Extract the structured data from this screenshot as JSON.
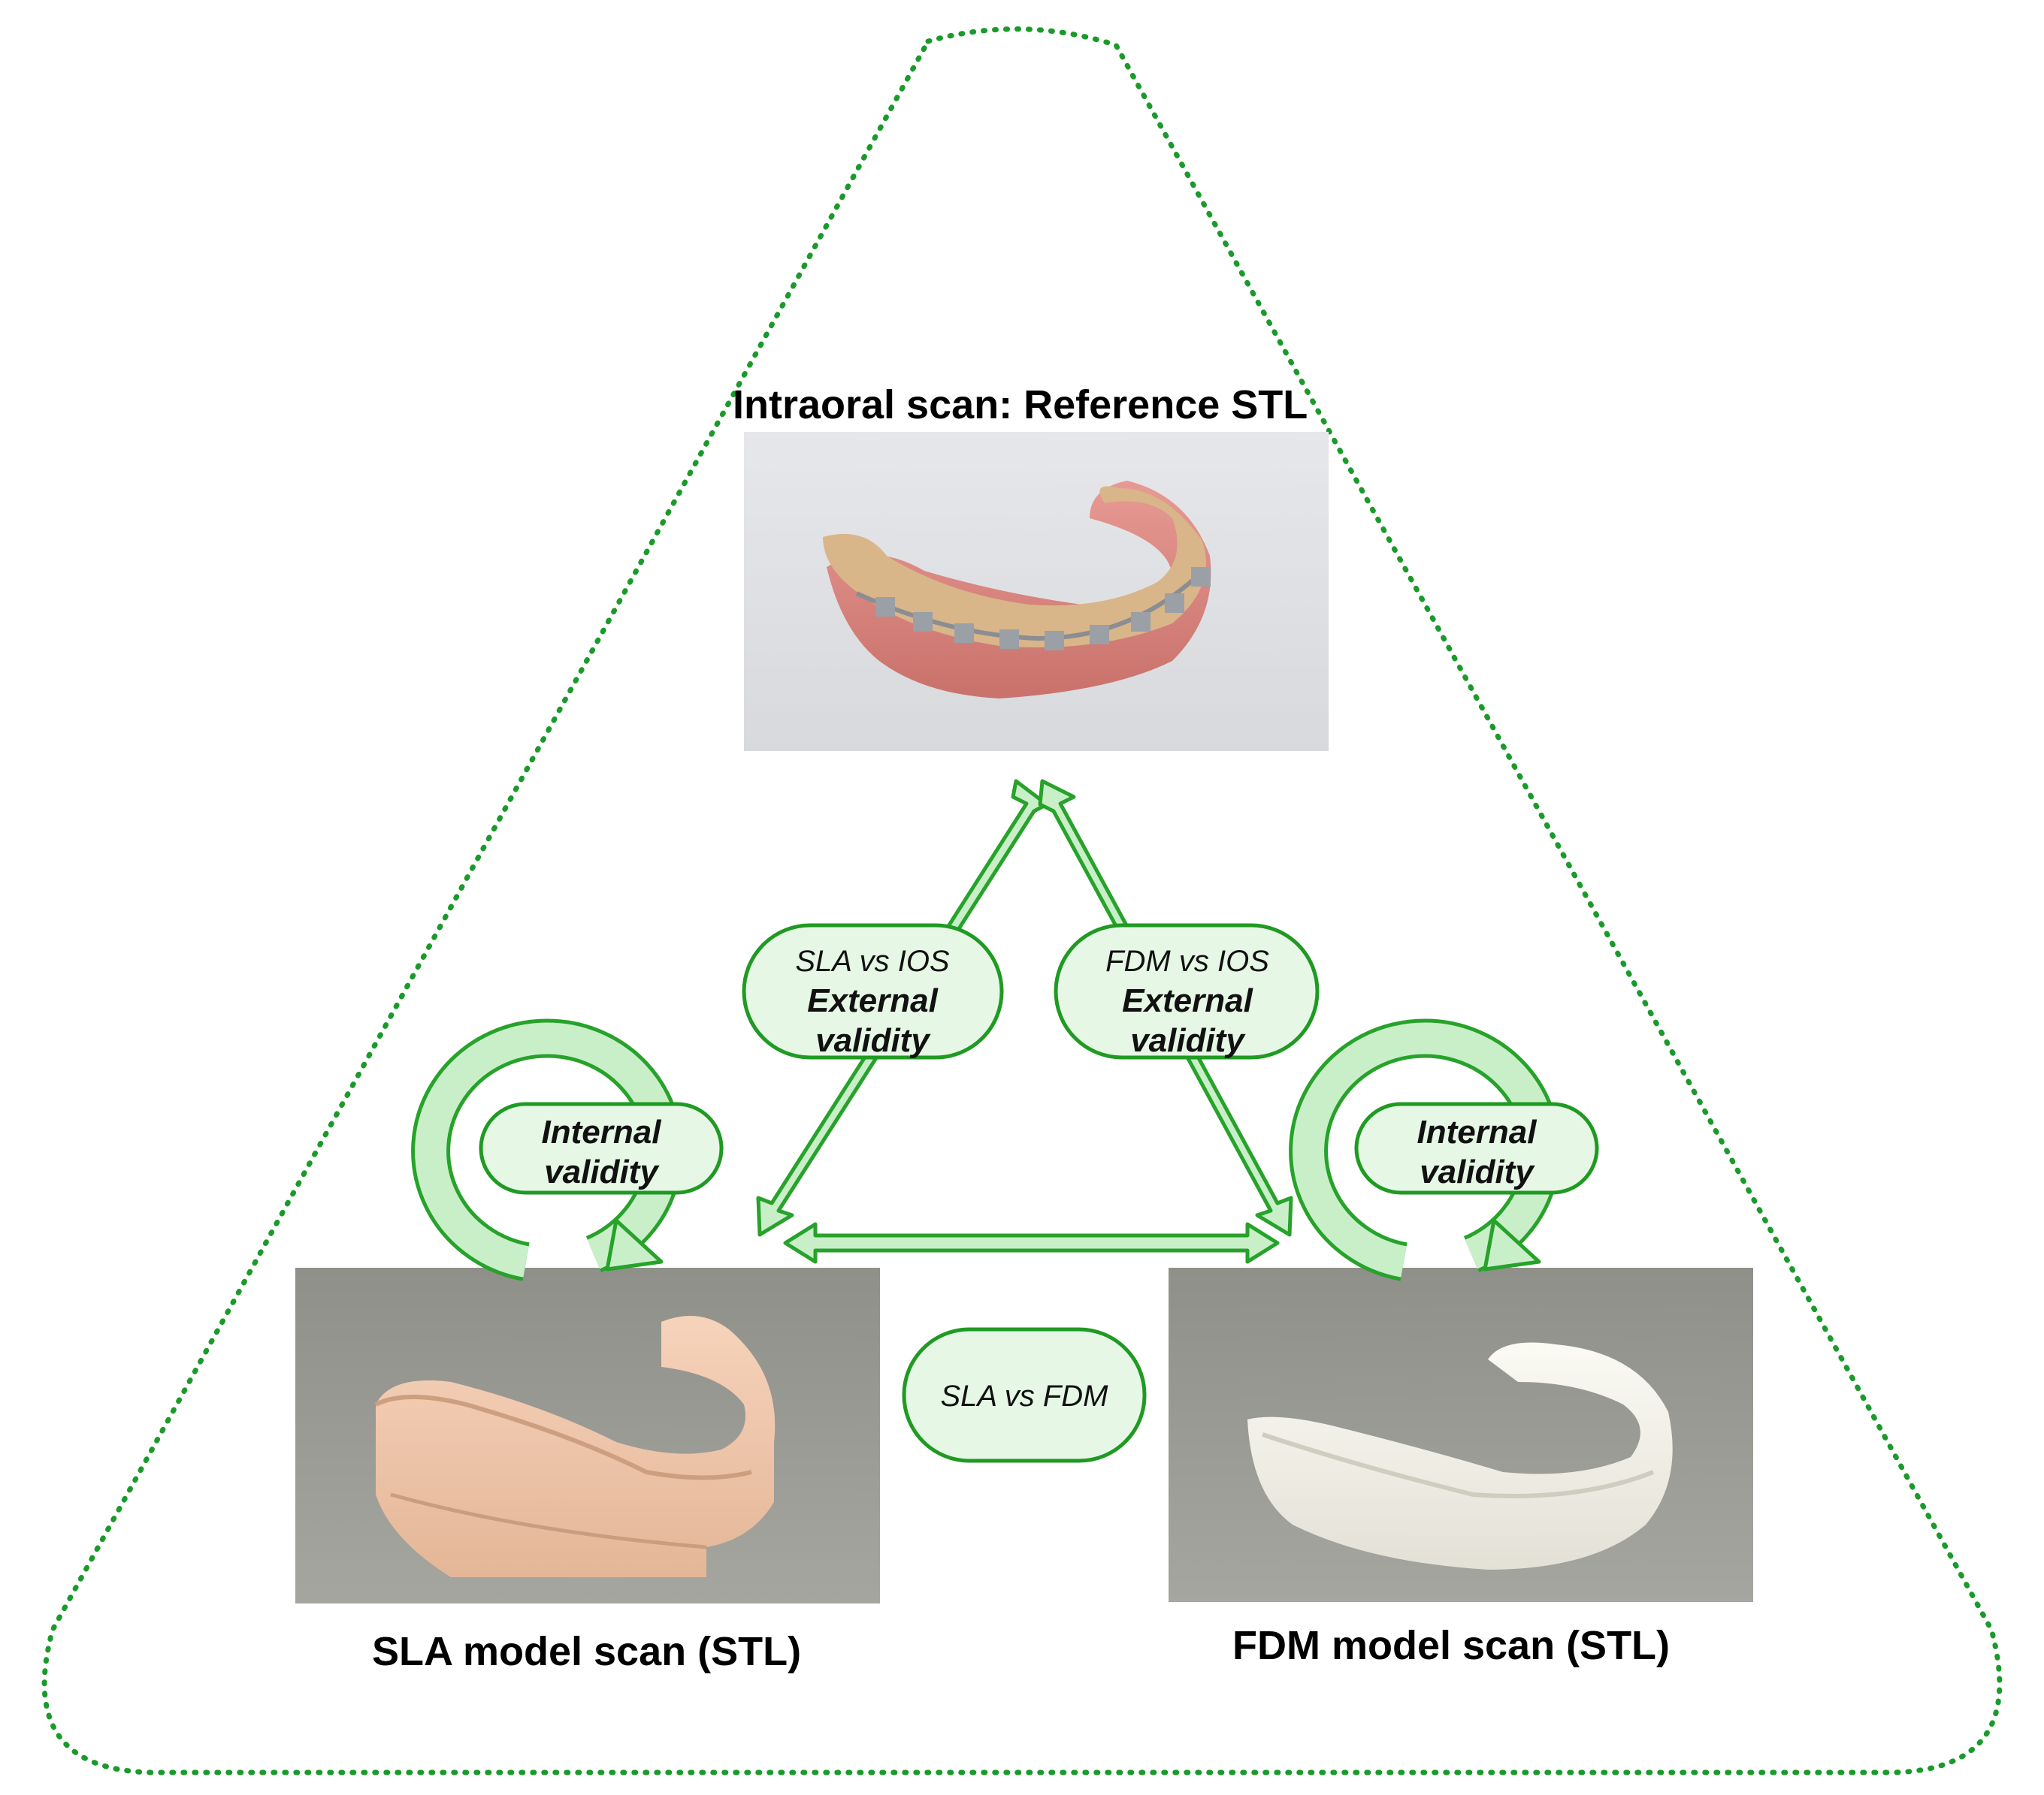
{
  "diagram": {
    "top_node": {
      "title": "Intraoral scan: Reference STL",
      "image": "intraoral-scan-photo"
    },
    "left_node": {
      "title": "SLA model scan (STL)",
      "image": "sla-model-photo"
    },
    "right_node": {
      "title": "FDM model scan (STL)",
      "image": "fdm-model-photo"
    },
    "labels": {
      "sla_vs_ios": {
        "line1": "SLA vs IOS",
        "line2": "External",
        "line3": "validity"
      },
      "fdm_vs_ios": {
        "line1": "FDM vs IOS",
        "line2": "External",
        "line3": "validity"
      },
      "internal_left": {
        "line1": "Internal",
        "line2": "validity"
      },
      "internal_right": {
        "line1": "Internal",
        "line2": "validity"
      },
      "sla_vs_fdm": {
        "line1": "SLA vs FDM"
      }
    },
    "colors": {
      "outline": "#1a9a2a",
      "arrow_fill": "#c9efc9",
      "arrow_stroke": "#27a22a",
      "pill_fill": "#e6f7e6",
      "pill_stroke": "#1f9a22"
    }
  }
}
